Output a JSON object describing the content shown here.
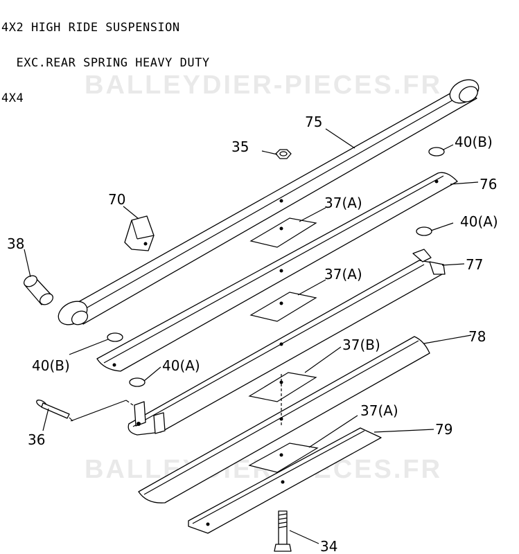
{
  "header": {
    "line1": "4X2 HIGH RIDE SUSPENSION",
    "line2": "  EXC.REAR SPRING HEAVY DUTY",
    "line3": "4X4"
  },
  "watermark": {
    "top": "BALLEYDIER-PIECES.FR",
    "bottom": "BALLEYDIER-PIECES.FR"
  },
  "callouts": {
    "p75": "75",
    "p35": "35",
    "p40b_top": "40(B)",
    "p76": "76",
    "p70": "70",
    "p37a_1": "37(A)",
    "p40a_top": "40(A)",
    "p38": "38",
    "p77": "77",
    "p37a_2": "37(A)",
    "p78": "78",
    "p40b_left": "40(B)",
    "p37b": "37(B)",
    "p40a_left": "40(A)",
    "p36": "36",
    "p37a_3": "37(A)",
    "p79": "79",
    "p34": "34"
  }
}
